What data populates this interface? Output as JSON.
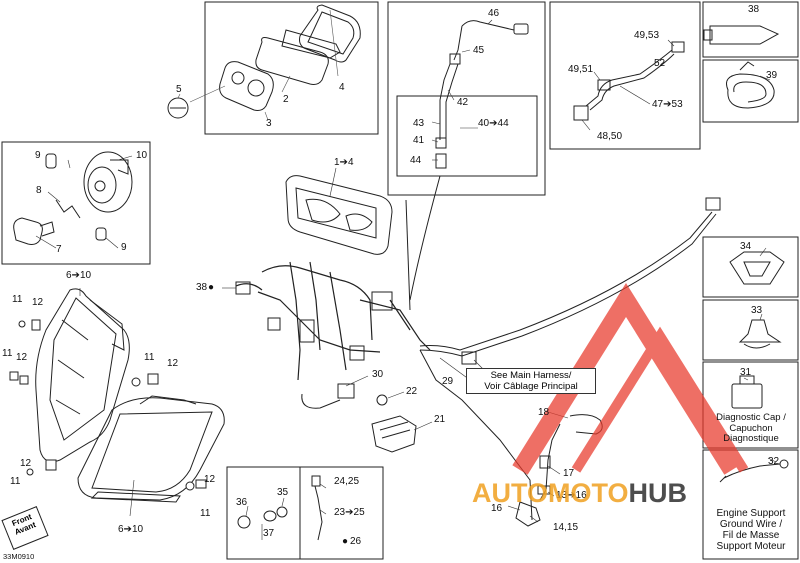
{
  "labels": {
    "l1_4": "1➔4",
    "l2": "2",
    "l3": "3",
    "l4": "4",
    "l5": "5",
    "l6_10a": "6➔10",
    "l6_10b": "6➔10",
    "l7": "7",
    "l8": "8",
    "l9a": "9",
    "l9b": "9",
    "l10": "10",
    "l11a": "11",
    "l11b": "11",
    "l11c": "11",
    "l11d": "11",
    "l11e": "11",
    "l12a": "12",
    "l12b": "12",
    "l12c": "12",
    "l12d": "12",
    "l12e": "12",
    "l13_16": "13➔16",
    "l14_15": "14,15",
    "l16": "16",
    "l17": "17",
    "l18": "18",
    "l21": "21",
    "l22": "22",
    "l23_25": "23➔25",
    "l24_25": "24,25",
    "l26": "26",
    "l29": "29",
    "l30": "30",
    "l31": "31",
    "l32": "32",
    "l33": "33",
    "l34": "34",
    "l35": "35",
    "l36": "36",
    "l37": "37",
    "l38": "38",
    "l39": "39",
    "l40_44": "40➔44",
    "l41": "41",
    "l42": "42",
    "l43": "43",
    "l44": "44",
    "l45": "45",
    "l46": "46",
    "l47_53": "47➔53",
    "l48_50": "48,50",
    "l49_51": "49,51",
    "l49_53": "49,53",
    "l52": "52",
    "l38drop": "38"
  },
  "callouts": {
    "main_harness_line1": "See Main Harness/",
    "main_harness_line2": "Voir Câblage Principal",
    "diag_cap_line1": "Diagnostic Cap /",
    "diag_cap_line2": "Capuchon",
    "diag_cap_line3": "Diagnostique",
    "ground_line1": "Engine Support",
    "ground_line2": "Ground Wire /",
    "ground_line3": "Fil de Masse",
    "ground_line4": "Support Moteur"
  },
  "front": {
    "line1": "Front",
    "line2": "Avant"
  },
  "diagram_code": "33M0910",
  "watermark": {
    "part1": "AUTO",
    "part2": "MOTO",
    "part3": "HUB",
    "color_red": "#e8392b",
    "color_orange": "#f0a020",
    "color_dark": "#3a3a3a"
  }
}
